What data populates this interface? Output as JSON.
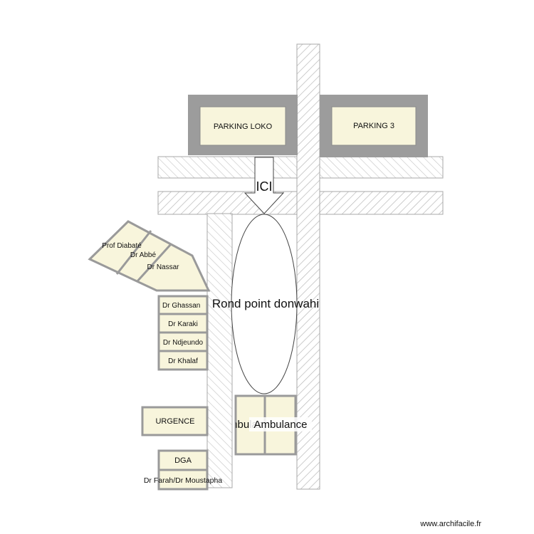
{
  "colors": {
    "room_fill": "#f8f5dc",
    "room_stroke": "#9a9a9a",
    "parking_frame": "#9c9c9c",
    "road_stroke": "#a8a8a8",
    "hatch": "#b8b8b8",
    "text": "#111111"
  },
  "parkings": [
    {
      "label": "PARKING LOKO"
    },
    {
      "label": "PARKING 3"
    }
  ],
  "arrow": {
    "label": "ICI",
    "icon": "arrow-down-icon"
  },
  "roundabout": {
    "label": "Rond point donwahi"
  },
  "angled_offices": [
    {
      "label": "Prof Diabaté"
    },
    {
      "label": "Dr Abbé"
    },
    {
      "label": "Dr Nassar"
    }
  ],
  "offices": [
    {
      "label": "Dr Ghassan"
    },
    {
      "label": "Dr Karaki"
    },
    {
      "label": "Dr Ndjeundo"
    },
    {
      "label": "Dr Khalaf"
    }
  ],
  "urgence": {
    "label": "URGENCE"
  },
  "ambulances": [
    {
      "label": "Ambulance"
    },
    {
      "label": "Ambulance"
    }
  ],
  "dga": {
    "label": "DGA"
  },
  "bottom_office": {
    "label": "Dr Farah/Dr Moustapha"
  },
  "watermark": {
    "text": "www.archifacile.fr"
  }
}
